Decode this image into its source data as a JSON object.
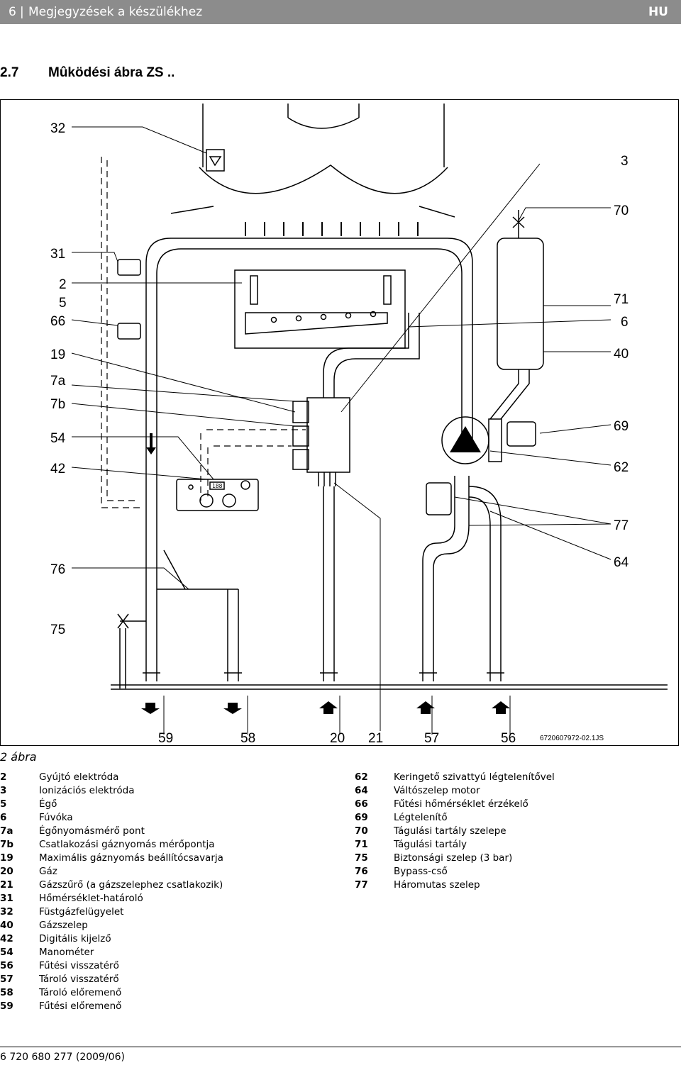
{
  "header": {
    "page_number": "6",
    "title": "Megjegyzések a készülékhez",
    "lang": "HU",
    "bg_color": "#8c8c8c"
  },
  "section": {
    "number": "2.7",
    "title": "Mûködési ábra ZS .."
  },
  "figure": {
    "caption": "2 ábra",
    "code": "6720607972-02.1JS",
    "callouts_left": [
      "32",
      "31",
      "2",
      "5",
      "66",
      "19",
      "7a",
      "7b",
      "54",
      "42",
      "76",
      "75"
    ],
    "callouts_right": [
      "3",
      "70",
      "71",
      "6",
      "40",
      "69",
      "62",
      "77",
      "64"
    ],
    "callouts_bottom": [
      "59",
      "58",
      "20",
      "21",
      "57",
      "56"
    ],
    "display_value": "188"
  },
  "legend_left": [
    {
      "key": "2",
      "text": "Gyújtó elektróda"
    },
    {
      "key": "3",
      "text": "Ionizációs elektróda"
    },
    {
      "key": "5",
      "text": "Égő"
    },
    {
      "key": "6",
      "text": "Fúvóka"
    },
    {
      "key": "7a",
      "text": "Égőnyomásmérő pont"
    },
    {
      "key": "7b",
      "text": "Csatlakozási gáznyomás mérőpontja"
    },
    {
      "key": "19",
      "text": "Maximális gáznyomás beállítócsavarja"
    },
    {
      "key": "20",
      "text": "Gáz"
    },
    {
      "key": "21",
      "text": "Gázszűrő (a gázszelephez csatlakozik)"
    },
    {
      "key": "31",
      "text": "Hőmérséklet-határoló"
    },
    {
      "key": "32",
      "text": "Füstgázfelügyelet"
    },
    {
      "key": "40",
      "text": "Gázszelep"
    },
    {
      "key": "42",
      "text": "Digitális kijelző"
    },
    {
      "key": "54",
      "text": "Manométer"
    },
    {
      "key": "56",
      "text": "Fűtési visszatérő"
    },
    {
      "key": "57",
      "text": "Tároló visszatérő"
    },
    {
      "key": "58",
      "text": "Tároló előremenő"
    },
    {
      "key": "59",
      "text": "Fűtési előremenő"
    }
  ],
  "legend_right": [
    {
      "key": "62",
      "text": "Keringető szivattyú légtelenítővel"
    },
    {
      "key": "64",
      "text": "Váltószelep motor"
    },
    {
      "key": "66",
      "text": "Fűtési hőmérséklet érzékelő"
    },
    {
      "key": "69",
      "text": "Légtelenítő"
    },
    {
      "key": "70",
      "text": "Tágulási tartály szelepe"
    },
    {
      "key": "71",
      "text": "Tágulási tartály"
    },
    {
      "key": "75",
      "text": "Biztonsági szelep (3 bar)"
    },
    {
      "key": "76",
      "text": "Bypass-cső"
    },
    {
      "key": "77",
      "text": "Háromutas szelep"
    }
  ],
  "footer": {
    "doc_code": "6 720 680 277 (2009/06)"
  }
}
